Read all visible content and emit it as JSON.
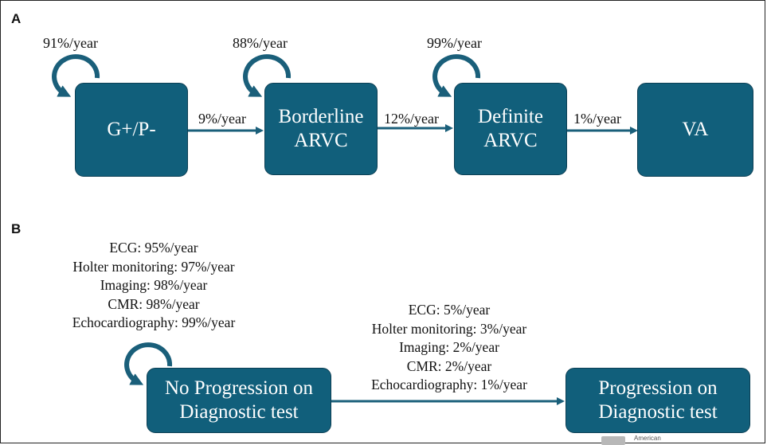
{
  "colors": {
    "node_fill": "#115f7b",
    "arrow": "#1a5f7a",
    "text": "#111111"
  },
  "panel_a": {
    "letter": "A",
    "nodes": [
      {
        "label": "G+/P-"
      },
      {
        "label": "Borderline\nARVC"
      },
      {
        "label": "Definite\nARVC"
      },
      {
        "label": "VA"
      }
    ],
    "self_loops": [
      "91%/year",
      "88%/year",
      "99%/year"
    ],
    "transitions": [
      "9%/year",
      "12%/year",
      "1%/year"
    ]
  },
  "panel_b": {
    "letter": "B",
    "nodes": [
      {
        "label": "No Progression on\nDiagnostic test"
      },
      {
        "label": "Progression on\nDiagnostic test"
      }
    ],
    "self_loop_rates": [
      "ECG: 95%/year",
      "Holter monitoring: 97%/year",
      "Imaging: 98%/year",
      "CMR: 98%/year",
      "Echocardiography: 99%/year"
    ],
    "transition_rates": [
      "ECG: 5%/year",
      "Holter monitoring: 3%/year",
      "Imaging: 2%/year",
      "CMR: 2%/year",
      "Echocardiography: 1%/year"
    ]
  },
  "footer": {
    "logo_text": "American",
    "logo_icon": "publisher-logo-icon"
  }
}
